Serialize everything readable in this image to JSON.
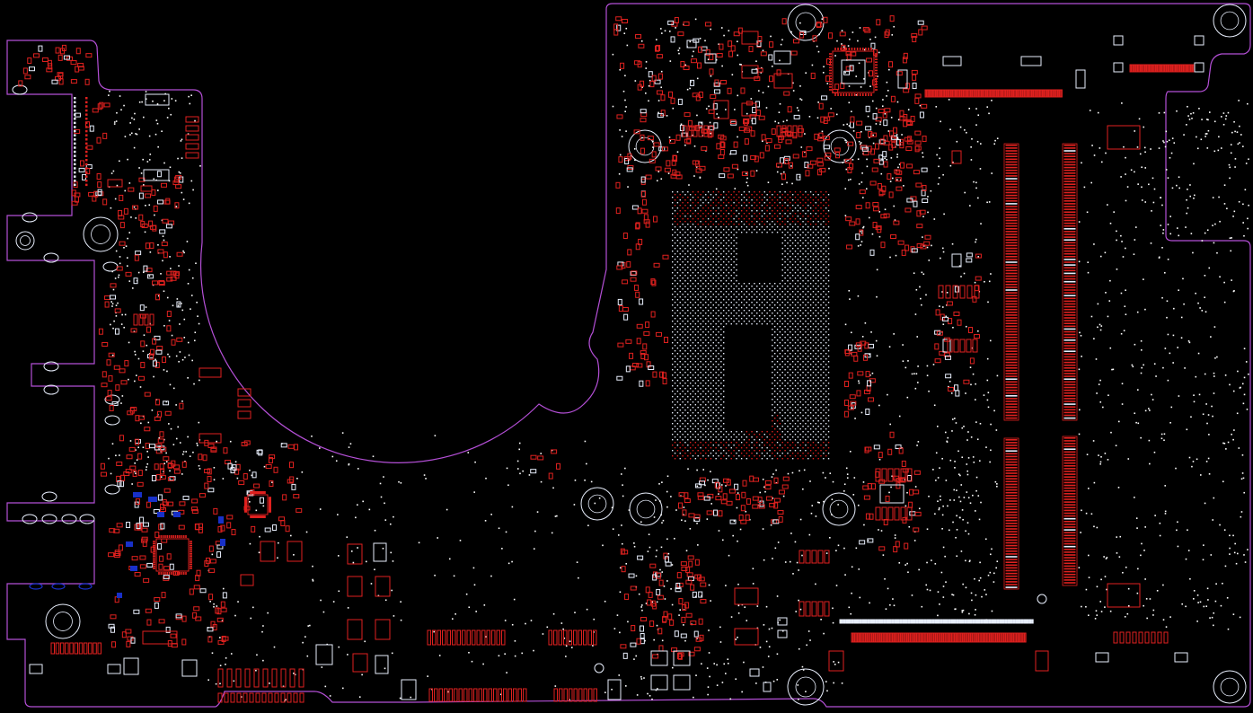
{
  "viewer": {
    "outline_color": "#b44fd6",
    "component_red": "#e0211f",
    "component_white": "#e8eefc",
    "component_blue": "#1830c8",
    "via_white": "#ffffff",
    "background": "#000000"
  },
  "board": {
    "hole_count": 12,
    "connectors": [
      "bottom-left-row",
      "bottom-middle-row",
      "right-dimm-slot-upper",
      "right-dimm-slot-lower",
      "top-right-row"
    ]
  }
}
